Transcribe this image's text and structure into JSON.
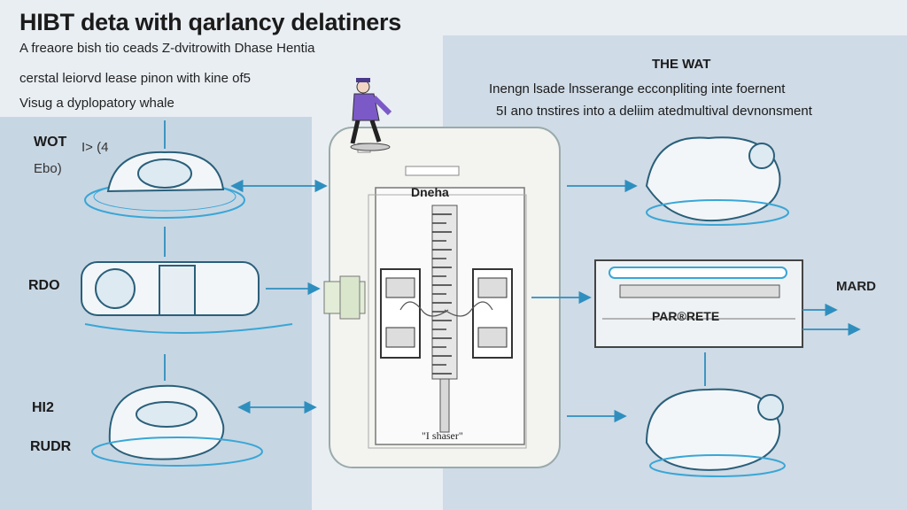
{
  "title": "HIBT deta with qarlancy delatiners",
  "intro": [
    "A freaore bish tio ceads Z-dvitrowith Dhase Hentia",
    "cerstal leiorvd lease pinon with kine of5",
    "Visug a dyplopatory whale"
  ],
  "left_labels": {
    "wot": "WOT",
    "wot_sub1": "I> (4",
    "wot_sub2": "Ebo)",
    "rdo": "RDO",
    "hi2": "HI2",
    "rudr": "RUDR"
  },
  "center": {
    "device_label": "Dneha",
    "bottom_label": "\"I shaser\""
  },
  "right": {
    "title": "THE WAT",
    "line1": "Inengn lsade lnsserange ecconpliting inte foernent",
    "line2": "5I ano tnstires into a deliim atedmultival devnonsment",
    "mard": "MARD",
    "parerete": "PAR®RETE"
  },
  "colors": {
    "accent": "#2e8fbf",
    "panel_left": "#c7d6e3",
    "panel_right": "#cfdbe6",
    "device": "#f3f3f0"
  }
}
